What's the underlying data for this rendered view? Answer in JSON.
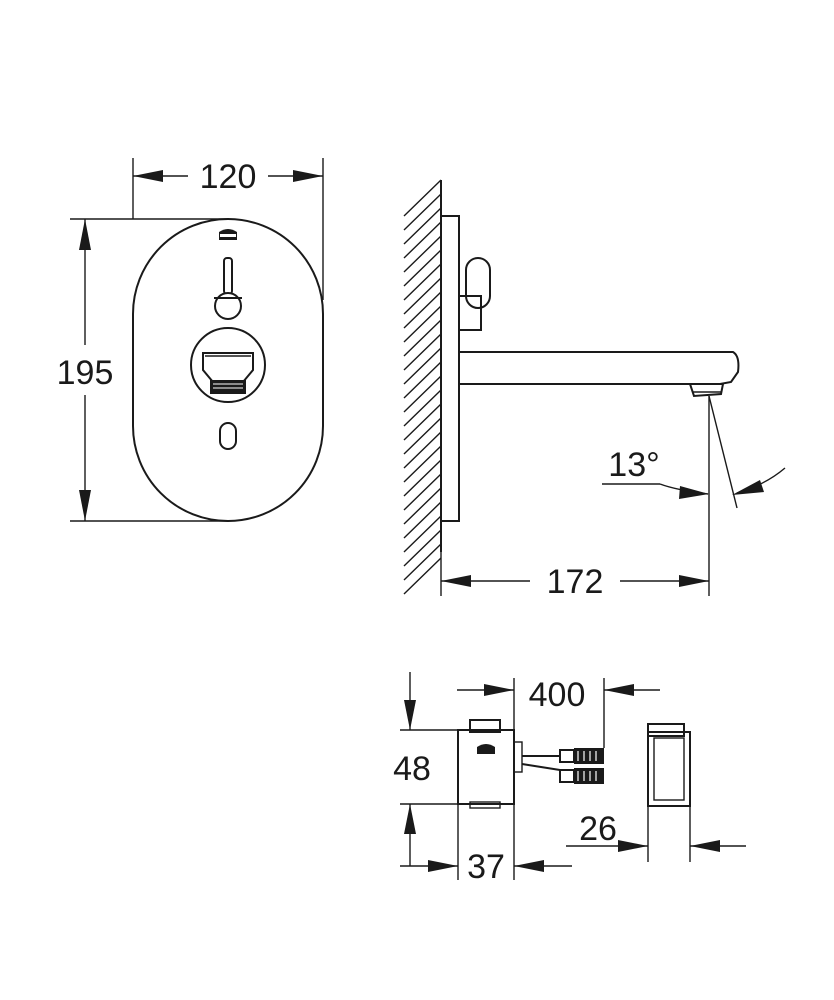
{
  "dimensions": {
    "front_width": "120",
    "front_height": "195",
    "spout_projection": "172",
    "spout_angle": "13°",
    "cable_length": "400",
    "box_height": "48",
    "box_depth": "37",
    "cover_depth": "26"
  },
  "colors": {
    "line": "#1a1a1a",
    "background": "#ffffff"
  },
  "icons": {
    "brand_mark": "grohe-logo-icon"
  }
}
